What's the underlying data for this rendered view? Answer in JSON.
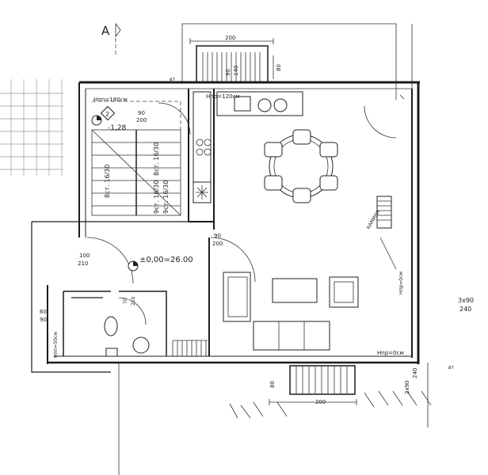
{
  "section_marker": "A",
  "dimensions": {
    "top_width": "200",
    "top_side": "80",
    "top_stair_a": "90",
    "top_stair_b": "140",
    "kitchen_door_w": "90",
    "kitchen_door_h": "200",
    "hall_door_w": "90",
    "hall_door_h": "200",
    "entry_door_w": "100",
    "entry_door_h": "210",
    "wc_door_w": "60",
    "wc_door_h": "90",
    "wc_inner_w": "70",
    "wc_inner_h": "210",
    "window_right_a": "3x90",
    "window_right_b": "240",
    "bottom_side": "80",
    "bottom_width": "200",
    "bottom_right_a": "240",
    "bottom_right_b": "2x90"
  },
  "labels": {
    "ceiling_height": "Hпп=180см",
    "level_marker": "2",
    "level_stair": "-1,28",
    "stair_flight_1": "8ст. 16/30",
    "stair_flight_2": "8ст. 16/30",
    "stair_flight_3": "9ст. 16/30",
    "stair_flight_4": "9ст. 16/30",
    "sill_top": "Hпр=120см",
    "sill_right": "Hпр=0см",
    "sill_bottom": "Hпр=0см",
    "sill_wc": "Hпп=50см",
    "level_main": "±0,00=26.00",
    "fireplace": "КАМИНА",
    "st_top": "вт",
    "st_right": "вт"
  },
  "colors": {
    "wall": "#1c1c1c",
    "paper": "#ffffff",
    "grid": "#9a9a9a"
  },
  "icons": {
    "snowflake": "fridge-icon",
    "level_disc": "level-marker-icon"
  }
}
